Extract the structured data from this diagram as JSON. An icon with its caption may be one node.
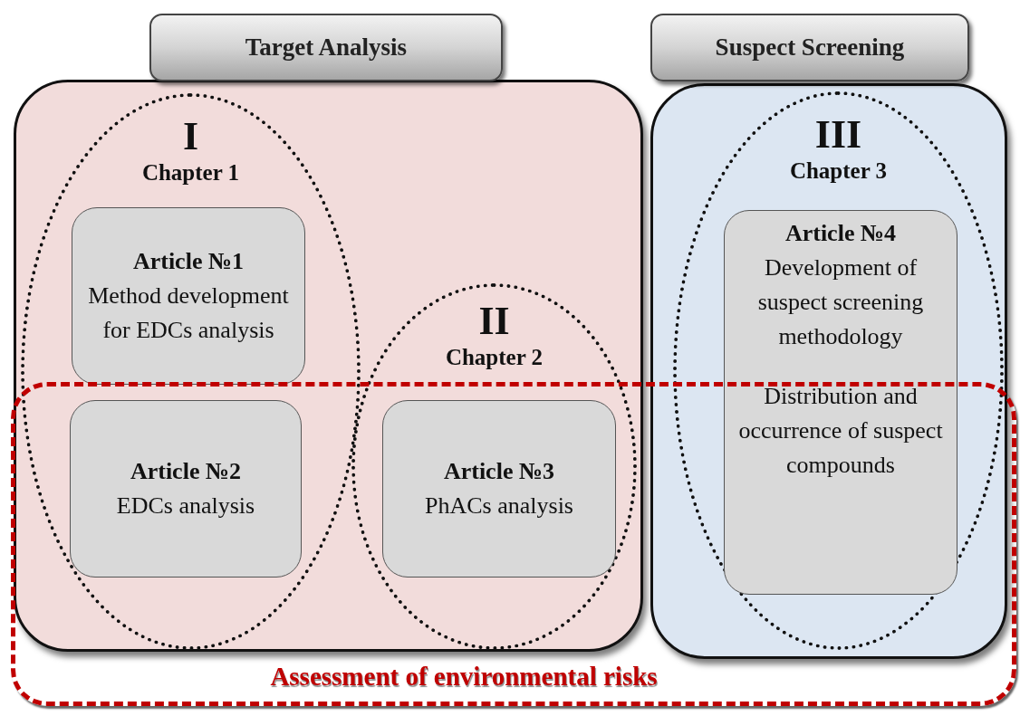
{
  "diagram": {
    "nodes": [
      {
        "text": [
          "Target Analysis"
        ]
      },
      {
        "text": [],
        "shape": "box"
      },
      {
        "text": [
          "I",
          "Chapter 1"
        ],
        "in": 1
      },
      {
        "text": [
          "Article №1",
          "Method development for EDCs analysis"
        ],
        "in": 2
      },
      {
        "text": [
          "Article №2",
          "EDCs analysis"
        ]
      },
      {
        "text": [
          "II",
          "Chapter 2"
        ],
        "in": 1
      },
      {
        "text": [
          "Article №3",
          "PhACs analysis"
        ]
      },
      {
        "text": [
          "Suspect Screening"
        ]
      },
      {
        "text": [],
        "shape": "box"
      },
      {
        "text": [
          "III",
          "Chapter 3"
        ],
        "in": 8
      },
      {
        "text": [
          "Article №4",
          "Development of suspect screening methodology",
          "Distribution and occurrence of suspect compounds"
        ],
        "in": 9
      },
      {
        "text": [
          "Assessment of environmental risks"
        ]
      }
    ],
    "edges": []
  }
}
